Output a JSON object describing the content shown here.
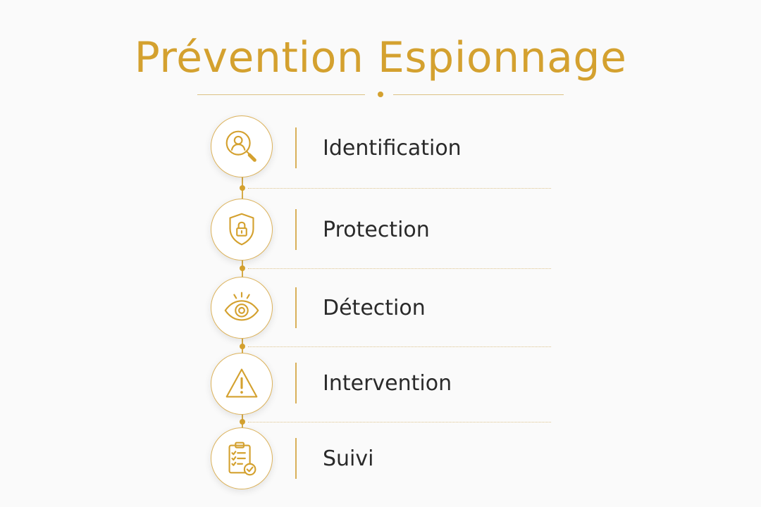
{
  "title": "Prévention Espionnage",
  "steps": [
    {
      "label": "Identification",
      "icon": "user-search-icon"
    },
    {
      "label": "Protection",
      "icon": "shield-lock-icon"
    },
    {
      "label": "Détection",
      "icon": "eye-icon"
    },
    {
      "label": "Intervention",
      "icon": "warning-triangle-icon"
    },
    {
      "label": "Suivi",
      "icon": "clipboard-check-icon"
    }
  ],
  "colors": {
    "accent": "#d4a12f",
    "text": "#2a2a2a",
    "background": "#fafafa"
  }
}
